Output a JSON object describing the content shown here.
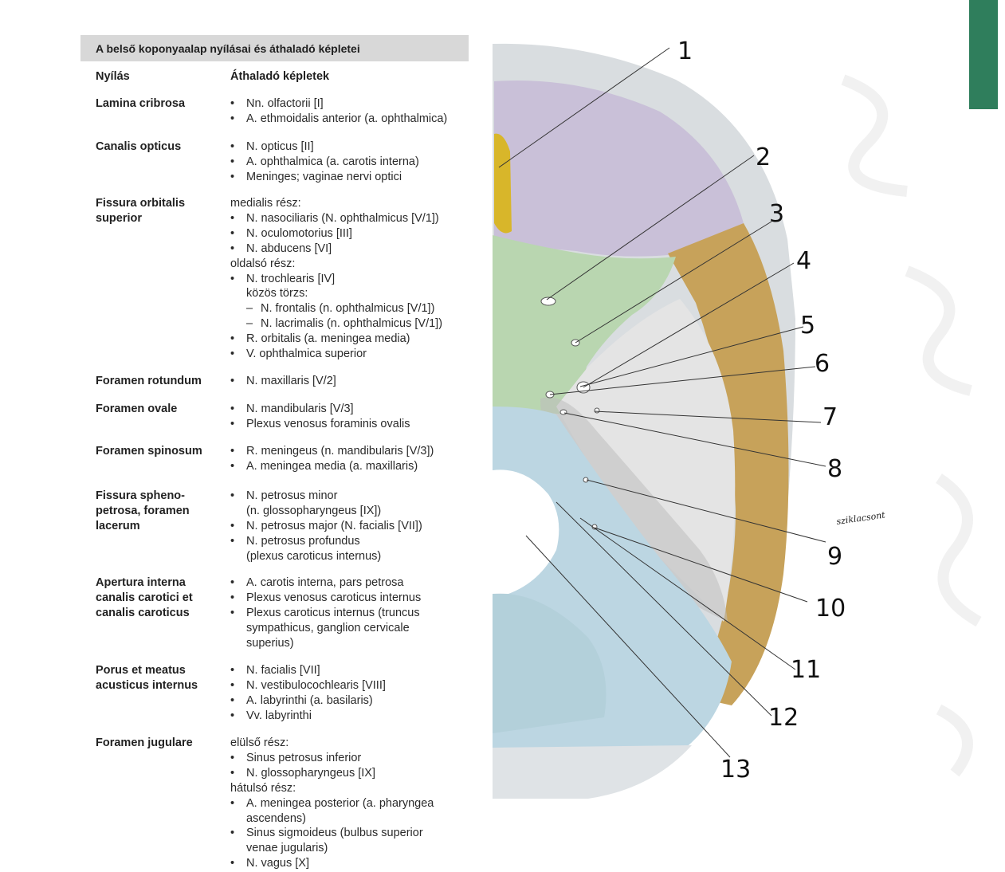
{
  "table": {
    "title": "A belső  koponyaalap nyílásai és áthaladó képletei",
    "col_opening": "Nyílás",
    "col_structures": "Áthaladó képletek",
    "rows": [
      {
        "name": [
          "Lamina cribrosa"
        ],
        "items": [
          {
            "t": "b",
            "text": "Nn. olfactorii [I]"
          },
          {
            "t": "b",
            "text": "A. ethmoidalis anterior (a. ophthalmica)"
          }
        ]
      },
      {
        "name": [
          "Canalis opticus"
        ],
        "items": [
          {
            "t": "b",
            "text": "N. opticus [II]"
          },
          {
            "t": "b",
            "text": "A. ophthalmica (a. carotis interna)"
          },
          {
            "t": "b",
            "text": "Meninges; vaginae nervi optici"
          }
        ]
      },
      {
        "name": [
          "Fissura orbitalis",
          "superior"
        ],
        "items": [
          {
            "t": "p",
            "text": "medialis rész:"
          },
          {
            "t": "b",
            "text": "N. nasociliaris (N. ophthalmicus [V/1])"
          },
          {
            "t": "b",
            "text": "N. oculomotorius [III]"
          },
          {
            "t": "b",
            "text": "N. abducens [VI]"
          },
          {
            "t": "p",
            "text": "oldalsó rész:"
          },
          {
            "t": "b",
            "text": "N. trochlearis [IV]"
          },
          {
            "t": "c",
            "text": "közös törzs:"
          },
          {
            "t": "d",
            "text": "N. frontalis (n. ophthalmicus [V/1])"
          },
          {
            "t": "d",
            "text": "N. lacrimalis (n. ophthalmicus [V/1])"
          },
          {
            "t": "b",
            "text": "R. orbitalis (a. meningea media)"
          },
          {
            "t": "b",
            "text": "V. ophthalmica superior"
          }
        ]
      },
      {
        "name": [
          "Foramen rotundum"
        ],
        "items": [
          {
            "t": "b",
            "text": "N. maxillaris [V/2]"
          }
        ]
      },
      {
        "name": [
          "Foramen ovale"
        ],
        "items": [
          {
            "t": "b",
            "text": "N. mandibularis [V/3]"
          },
          {
            "t": "b",
            "text": "Plexus venosus foraminis ovalis"
          }
        ]
      },
      {
        "name": [
          "Foramen spinosum"
        ],
        "items": [
          {
            "t": "b",
            "text": "R. meningeus (n. mandibularis [V/3])"
          },
          {
            "t": "b",
            "text": "A. meningea media (a. maxillaris)"
          }
        ]
      },
      {
        "name": [
          "Fissura spheno-",
          "petrosa, foramen",
          "lacerum"
        ],
        "items": [
          {
            "t": "b",
            "text": "N. petrosus minor"
          },
          {
            "t": "c",
            "text": "(n. glossopharyngeus [IX])"
          },
          {
            "t": "b",
            "text": "N. petrosus major (N. facialis [VII])"
          },
          {
            "t": "b",
            "text": "N. petrosus profundus"
          },
          {
            "t": "c",
            "text": "(plexus caroticus internus)"
          }
        ]
      },
      {
        "name": [
          "Apertura interna",
          "canalis carotici et",
          "canalis caroticus"
        ],
        "items": [
          {
            "t": "b",
            "text": "A. carotis interna, pars petrosa"
          },
          {
            "t": "b",
            "text": "Plexus venosus caroticus internus"
          },
          {
            "t": "b",
            "text": "Plexus caroticus internus (truncus"
          },
          {
            "t": "c",
            "text": "sympathicus, ganglion cervicale"
          },
          {
            "t": "c",
            "text": "superius)"
          }
        ]
      },
      {
        "name": [
          "Porus et meatus",
          "acusticus internus"
        ],
        "items": [
          {
            "t": "b",
            "text": "N. facialis [VII]"
          },
          {
            "t": "b",
            "text": "N. vestibulocochlearis [VIII]"
          },
          {
            "t": "b",
            "text": "A. labyrinthi (a. basilaris)"
          },
          {
            "t": "b",
            "text": "Vv. labyrinthi"
          }
        ]
      },
      {
        "name": [
          "Foramen jugulare"
        ],
        "items": [
          {
            "t": "p",
            "text": "elülső rész:"
          },
          {
            "t": "b",
            "text": "Sinus petrosus inferior"
          },
          {
            "t": "b",
            "text": "N. glossopharyngeus [IX]"
          },
          {
            "t": "p",
            "text": "hátulsó rész:"
          },
          {
            "t": "b",
            "text": "A. meningea posterior (a. pharyngea"
          },
          {
            "t": "c",
            "text": "ascendens)"
          },
          {
            "t": "b",
            "text": "Sinus sigmoideus (bulbus superior"
          },
          {
            "t": "c",
            "text": "venae jugularis)"
          },
          {
            "t": "b",
            "text": "N. vagus [X]"
          }
        ]
      }
    ]
  },
  "figure": {
    "labels": [
      "1",
      "2",
      "3",
      "4",
      "5",
      "6",
      "7",
      "8",
      "9",
      "10",
      "11",
      "12",
      "13"
    ],
    "handwritten_note": "sziklacsont",
    "colors": {
      "frontal": "#c9c0d8",
      "sphenoid": "#b9d6b0",
      "temporal_squama": "#c7a25a",
      "petrous": "#e4e4e4",
      "occipital": "#bcd6e2",
      "ethmoid": "#d8b62a",
      "bone_outer": "#d9dde0",
      "tab": "#2f7e5c"
    }
  }
}
